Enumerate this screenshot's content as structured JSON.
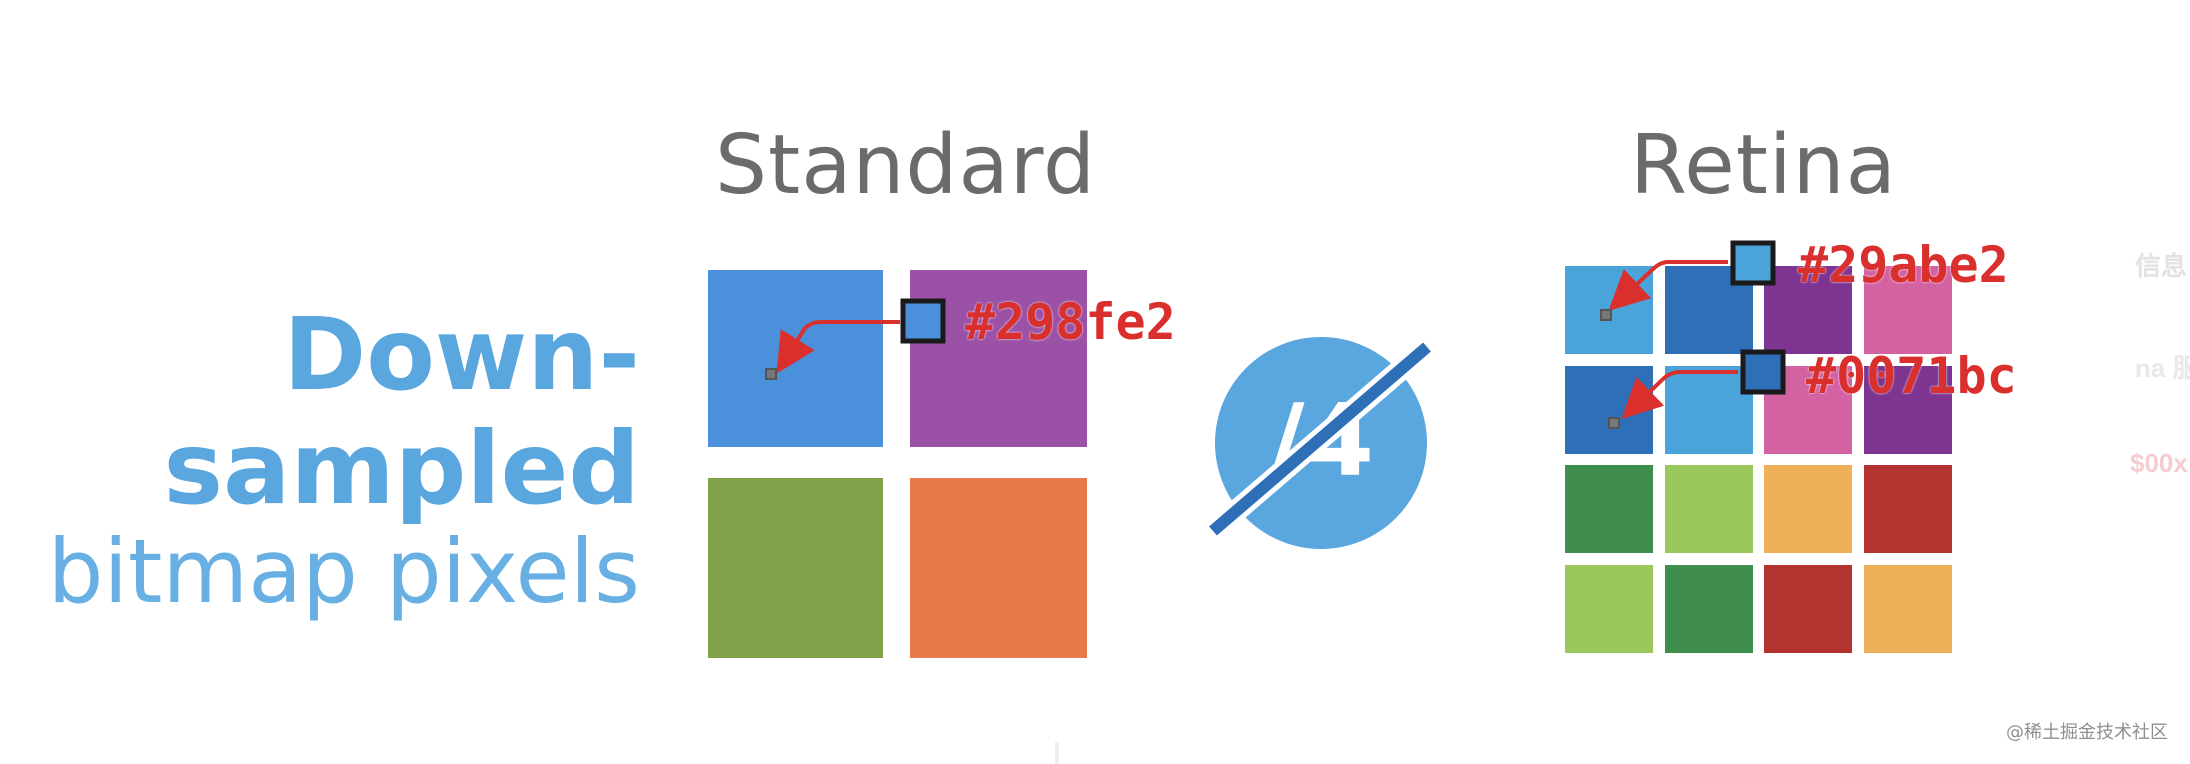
{
  "headings": {
    "standard": "Standard",
    "retina": "Retina"
  },
  "caption": {
    "line1": "Down-",
    "line2": "sampled",
    "line3": "bitmap pixels"
  },
  "divider_label": "/4",
  "colors": {
    "standard": [
      "#4a90db",
      "#9b52a6",
      "#80a24a",
      "#e9784a"
    ],
    "retina": [
      "#4aa3d9",
      "#2f6fb8",
      "#7e3491",
      "#d362a3",
      "#2f6fb8",
      "#4aa3d9",
      "#d362a3",
      "#7e3491",
      "#3f8e4b",
      "#9bc85a",
      "#eeb059",
      "#b2332f",
      "#9bc85a",
      "#3f8e4b",
      "#b2332f",
      "#eeb059"
    ],
    "accent_blue": "#5aa6de",
    "annotation_red": "#d9302e"
  },
  "annotations": {
    "standard_hex": "#298fe2",
    "retina_hex_1": "#29abe2",
    "retina_hex_2": "#0071bc"
  },
  "watermark": "@稀土掘金技术社区",
  "ghost_text": {
    "item1": "信息",
    "item2": "na 服",
    "item3": "$00x"
  }
}
